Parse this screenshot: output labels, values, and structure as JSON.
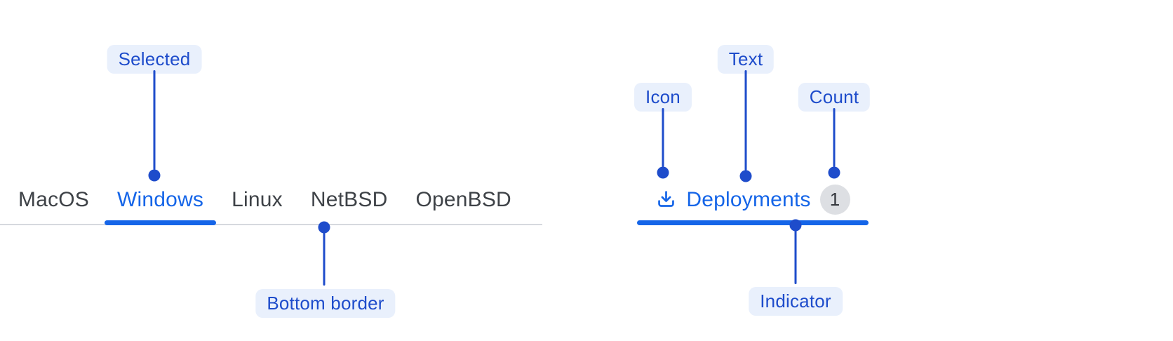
{
  "annotations": {
    "selected": {
      "label": "Selected"
    },
    "bottom_border": {
      "label": "Bottom border"
    },
    "icon": {
      "label": "Icon"
    },
    "text": {
      "label": "Text"
    },
    "count": {
      "label": "Count"
    },
    "indicator": {
      "label": "Indicator"
    }
  },
  "tab_bar": {
    "tabs": [
      {
        "label": "MacOS",
        "selected": false
      },
      {
        "label": "Windows",
        "selected": true
      },
      {
        "label": "Linux",
        "selected": false
      },
      {
        "label": "NetBSD",
        "selected": false
      },
      {
        "label": "OpenBSD",
        "selected": false
      }
    ]
  },
  "deployments_tab": {
    "icon": "download-icon",
    "label": "Deployments",
    "count": "1"
  },
  "colors": {
    "selected_blue": "#1565E8",
    "annotation_blue": "#1E4CCB",
    "annotation_pill_bg": "#E9F0FC",
    "tab_text": "#3E4247",
    "border_gray": "#D6D9DE",
    "badge_bg": "#DDDFE3",
    "badge_text": "#33363C"
  }
}
